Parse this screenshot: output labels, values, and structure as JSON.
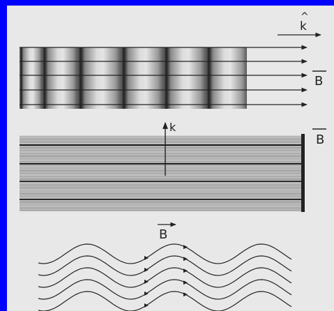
{
  "panel_top": {
    "k_label": "k",
    "k_hat": "^",
    "b_label": "B"
  },
  "panel_middle": {
    "k_label": "k",
    "b_label": "B"
  },
  "panel_bottom": {
    "b_label": "B"
  }
}
